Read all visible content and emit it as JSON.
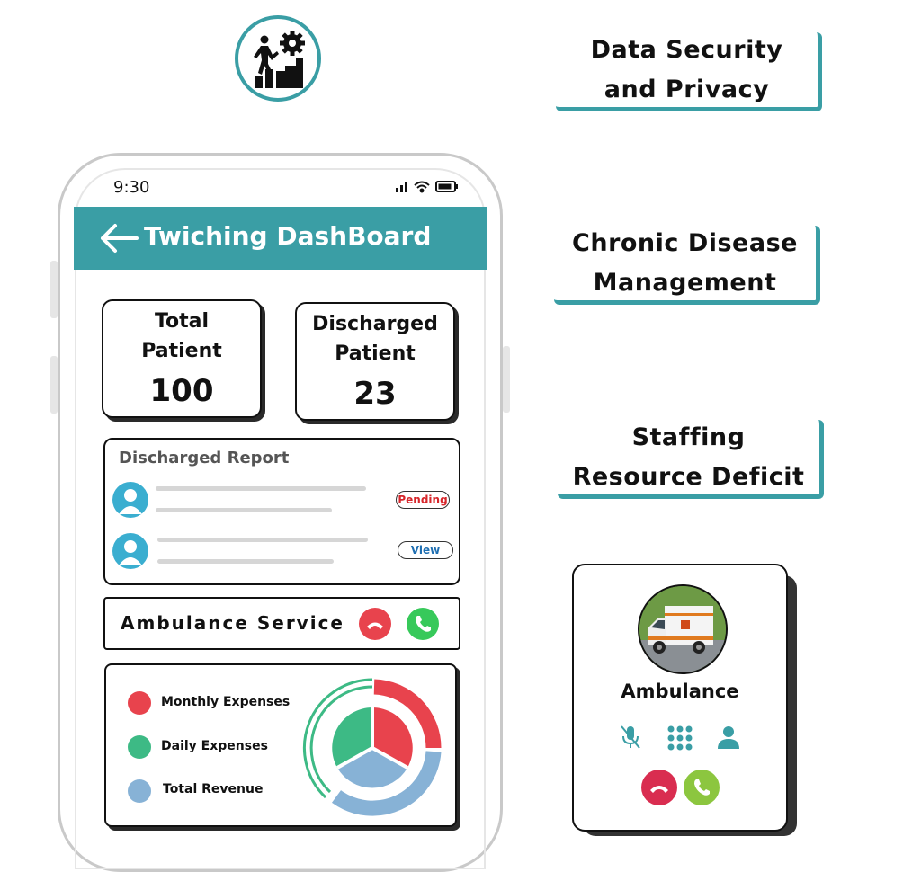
{
  "features": [
    {
      "label": "Data Security and Privacy"
    },
    {
      "label": "Chronic Disease Management"
    },
    {
      "label": "Staffing Resource Deficit"
    }
  ],
  "phone": {
    "status_time": "9:30",
    "header_title": "Twiching DashBoard",
    "stats": [
      {
        "label": "Total Patient",
        "value": "100"
      },
      {
        "label": "Discharged Patient",
        "value": "23"
      }
    ],
    "report": {
      "title": "Discharged Report",
      "items": [
        {
          "status": "Pending",
          "status_color": "#d7262b"
        },
        {
          "status": "View",
          "status_color": "#1f6fb2"
        }
      ]
    },
    "ambulance_service": {
      "label": "Ambulance Service"
    },
    "legend": [
      {
        "label": "Monthly  Expenses",
        "color": "#e8434d"
      },
      {
        "label": "Daily Expenses",
        "color": "#3dba85"
      },
      {
        "label": "Total Revenue",
        "color": "#87b2d6"
      }
    ]
  },
  "contact": {
    "name": "Ambulance"
  },
  "colors": {
    "accent": "#3a9ea5",
    "decline": "#e8434d",
    "accept": "#37c95a"
  }
}
